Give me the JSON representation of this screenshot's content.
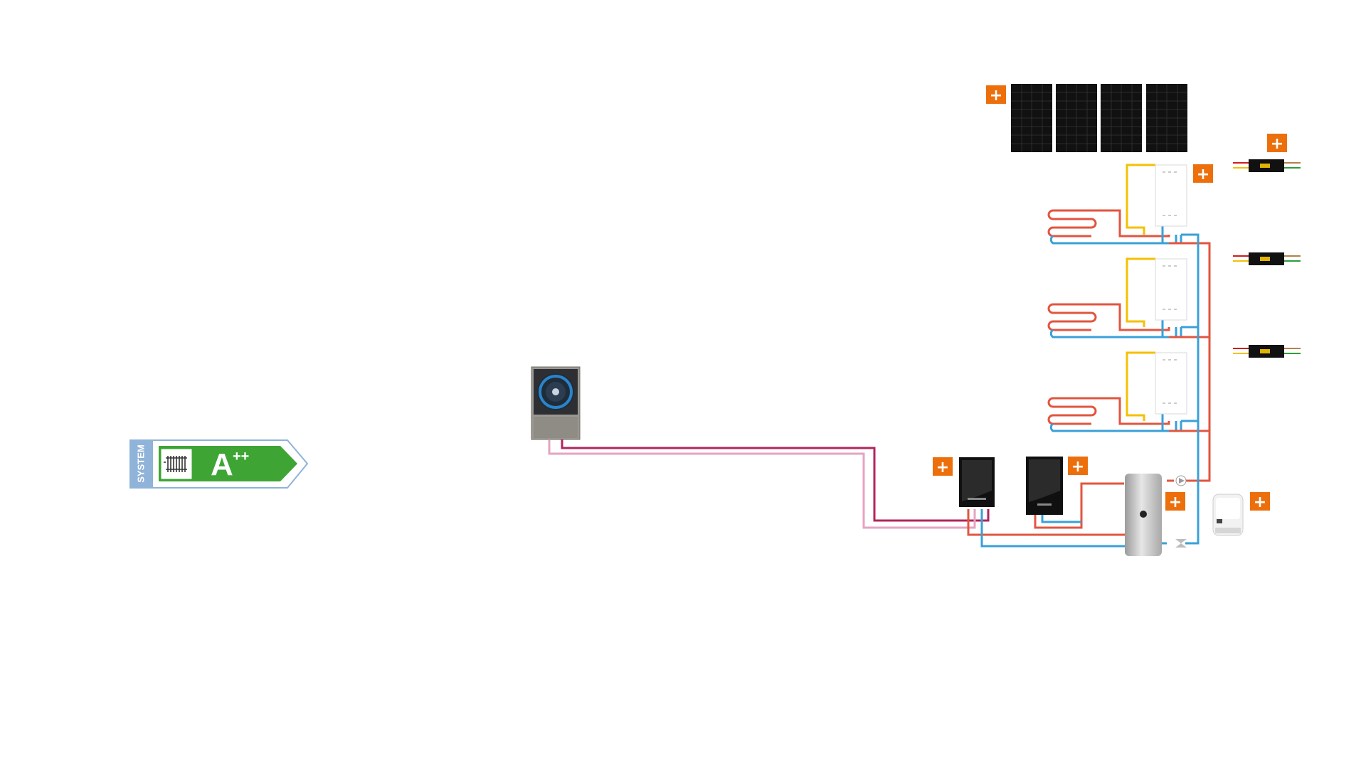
{
  "energy_label": {
    "system_text": "SYSTEM",
    "rating_letter": "A",
    "rating_suffix": "++",
    "colors": {
      "arrow": "#3ea535",
      "band": "#8fb3d9",
      "outline": "#8fb3d9"
    },
    "icon": "radiator-icon"
  },
  "pipe_colors": {
    "flow": "#e2553f",
    "return": "#3aa0d8",
    "heat_pump_flow": "#b3245c",
    "heat_pump_return": "#e6a3c2",
    "solar": "#f5c000"
  },
  "add_button": {
    "label": "+",
    "color": "#ec6f0b"
  },
  "components": {
    "heat_pump": "heat-pump-outdoor-unit",
    "solar_panels": "photovoltaic-panels",
    "room_units": [
      "room-unit-1",
      "room-unit-2",
      "room-unit-3"
    ],
    "ventilation_units": [
      "ventilation-unit-1",
      "ventilation-unit-2",
      "ventilation-unit-3"
    ],
    "indoor_unit": "heat-pump-indoor-unit",
    "boiler": "wall-boiler",
    "storage_tank": "hot-water-cylinder",
    "controller": "system-controller"
  }
}
